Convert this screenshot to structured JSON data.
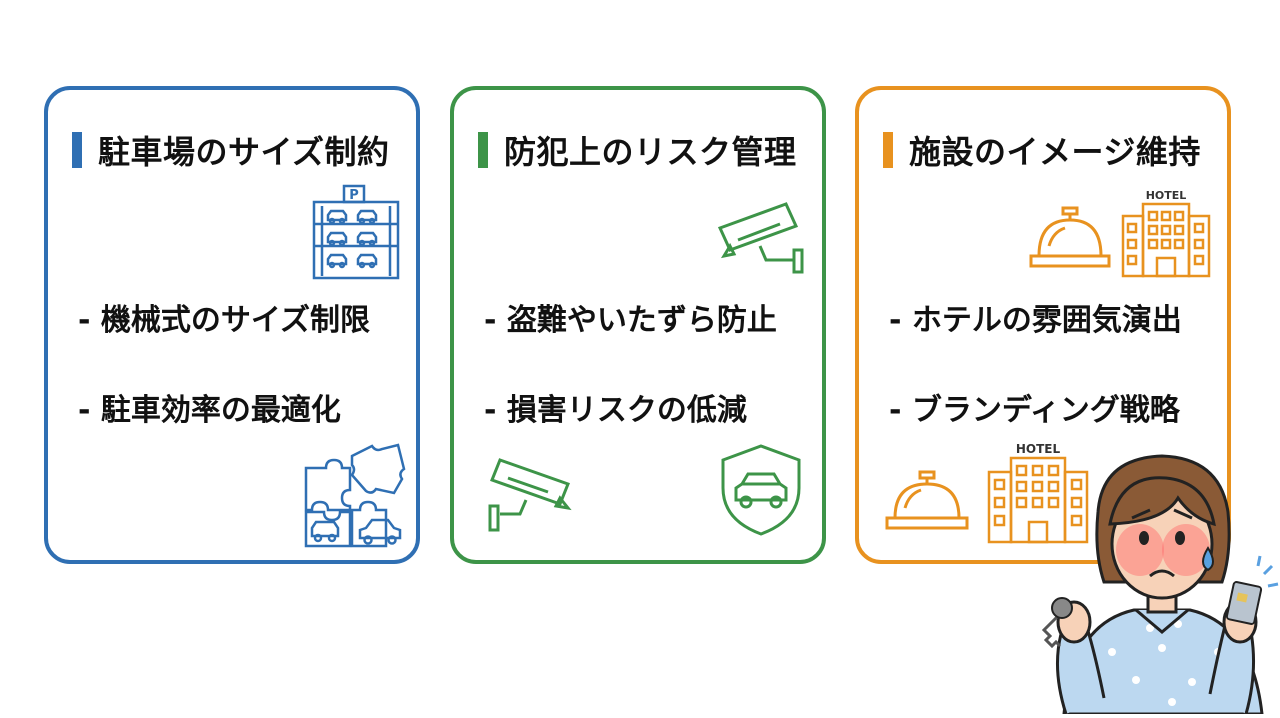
{
  "cards": [
    {
      "title": "駐車場のサイズ制約",
      "bullets": [
        "- 機械式のサイズ制限",
        "- 駐車効率の最適化"
      ],
      "icons": [
        "parking-garage-icon",
        "puzzle-cars-icon"
      ]
    },
    {
      "title": "防犯上のリスク管理",
      "bullets": [
        "- 盗難やいたずら防止",
        "- 損害リスクの低減"
      ],
      "icons": [
        "security-camera-icon",
        "security-camera-icon",
        "car-shield-icon"
      ]
    },
    {
      "title": "施設のイメージ維持",
      "bullets": [
        "- ホテルの雰囲気演出",
        "- ブランディング戦略"
      ],
      "icons": [
        "service-bell-icon",
        "hotel-building-icon"
      ]
    }
  ],
  "labels": {
    "parking_sign": "P",
    "hotel_sign": "HOTEL"
  },
  "colors": {
    "blue": "#2f6fb3",
    "green": "#3d9448",
    "orange": "#e8921f"
  }
}
